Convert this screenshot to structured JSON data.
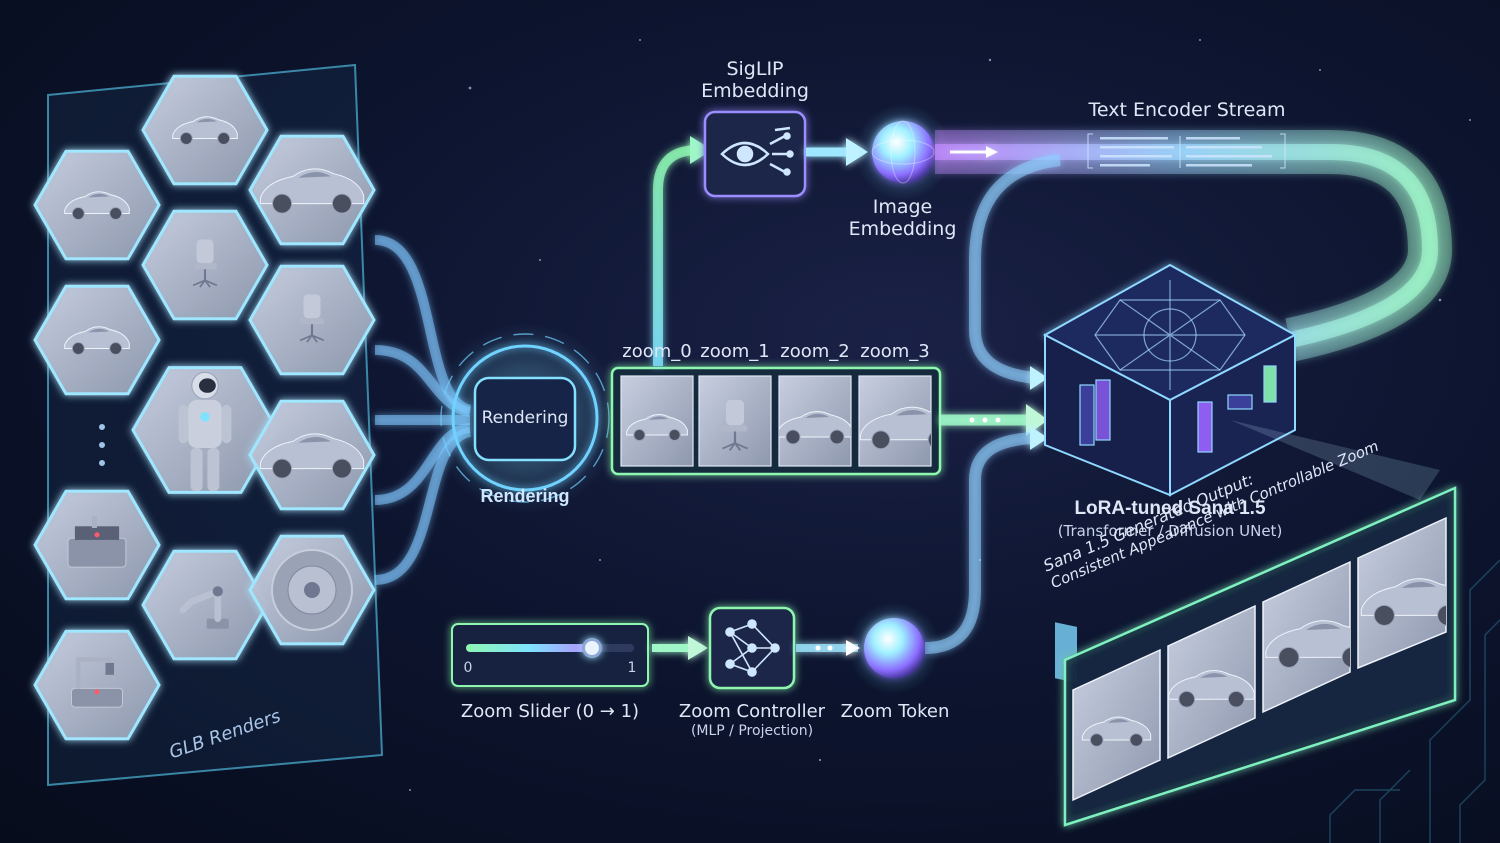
{
  "labels": {
    "glb_renders": "GLB Renders",
    "siglip": "SigLIP",
    "embedding": "Embedding",
    "image": "Image",
    "image_embedding": "Embedding",
    "text_encoder_stream": "Text Encoder Stream",
    "rendering_box": "Rendering",
    "rendering_caption": "Rendering",
    "zoom_views": [
      "zoom_0",
      "zoom_1",
      "zoom_2",
      "zoom_3"
    ],
    "lora_title": "LoRA-tuned Sana 1.5",
    "lora_subtitle": "(Transformer / Diffusion UNet)",
    "output_line1": "Sana 1.5 Generated Output:",
    "output_line2": "Consistent Appearance with Controllable Zoom",
    "slider_min": "0",
    "slider_max": "1",
    "zoom_slider": "Zoom Slider (0 → 1)",
    "zoom_controller": "Zoom Controller",
    "zoom_controller_sub": "(MLP / Projection)",
    "zoom_token": "Zoom Token"
  },
  "slider": {
    "value": 0.75
  },
  "hex_items": [
    "car",
    "car",
    "car-closeup",
    "chair",
    "car",
    "chair",
    "astronaut",
    "car-closeup",
    "dots",
    "laser-cutter",
    "robot-arm",
    "wheel",
    "3d-printer"
  ],
  "zoom_items": [
    "car-far",
    "chair",
    "car-mid",
    "car-close"
  ],
  "output_items": [
    "car-far",
    "car-mid",
    "car-close",
    "car-closer"
  ],
  "colors": {
    "glow_cyan": "#7fe3ff",
    "glow_green": "#8df7b0",
    "glow_purple": "#b58cff",
    "panel_border": "#5fd6ff"
  },
  "icons": [
    "eye-icon",
    "network-icon",
    "sphere-icon"
  ]
}
